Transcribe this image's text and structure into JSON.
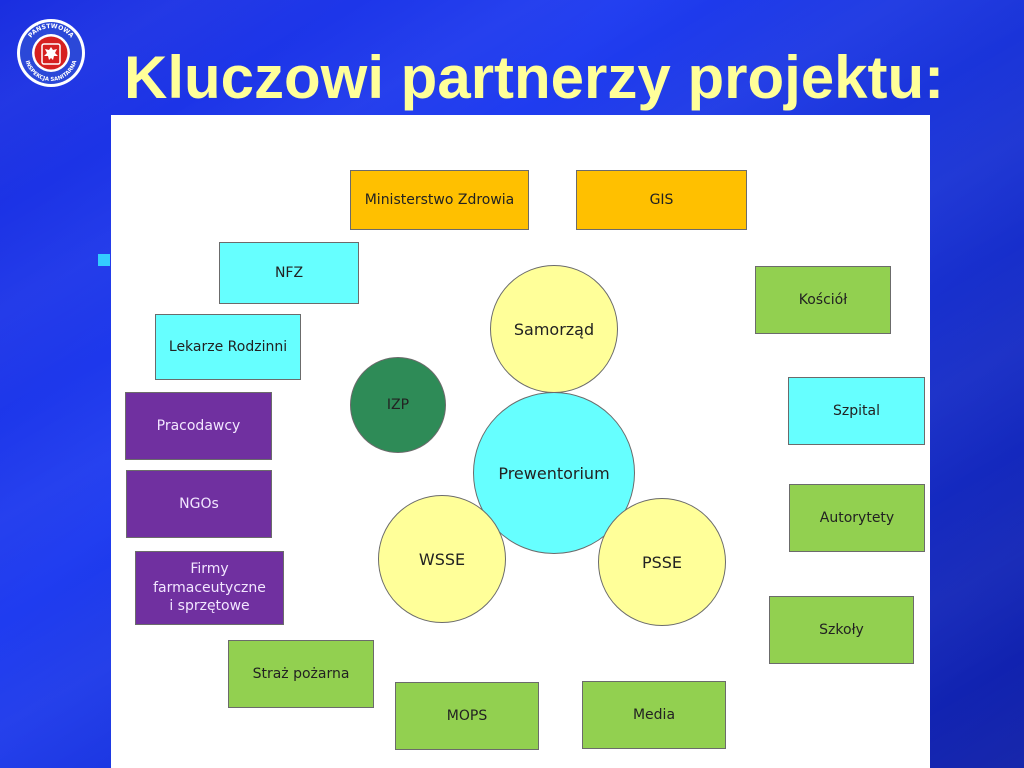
{
  "slide": {
    "title": "Kluczowi partnerzy projektu:",
    "logo": {
      "text_top": "PAŃSTWOWA",
      "text_bottom": "INSPEKCJA SANITARNA",
      "icon": "polish-eagle-emblem"
    }
  },
  "diagram": {
    "colors": {
      "orange": "#ffc000",
      "cyan": "#66ffff",
      "purple": "#7030a0",
      "green": "#92d050",
      "yellow": "#ffff99",
      "dark_green": "#2e8b57"
    },
    "boxes": {
      "ministerstwo": "Ministerstwo Zdrowia",
      "gis": "GIS",
      "nfz": "NFZ",
      "lekarze": "Lekarze Rodzinni",
      "pracodawcy": "Pracodawcy",
      "ngos": "NGOs",
      "firmy": "Firmy\nfarmaceutyczne\ni sprzętowe",
      "straz": "Straż pożarna",
      "mops": "MOPS",
      "media": "Media",
      "szkoly": "Szkoły",
      "autorytety": "Autorytety",
      "szpital": "Szpital",
      "kosciol": "Kościół"
    },
    "circles": {
      "samorzad": "Samorząd",
      "prewentorium": "Prewentorium",
      "wsse": "WSSE",
      "psse": "PSSE",
      "izp": "IZP"
    }
  }
}
